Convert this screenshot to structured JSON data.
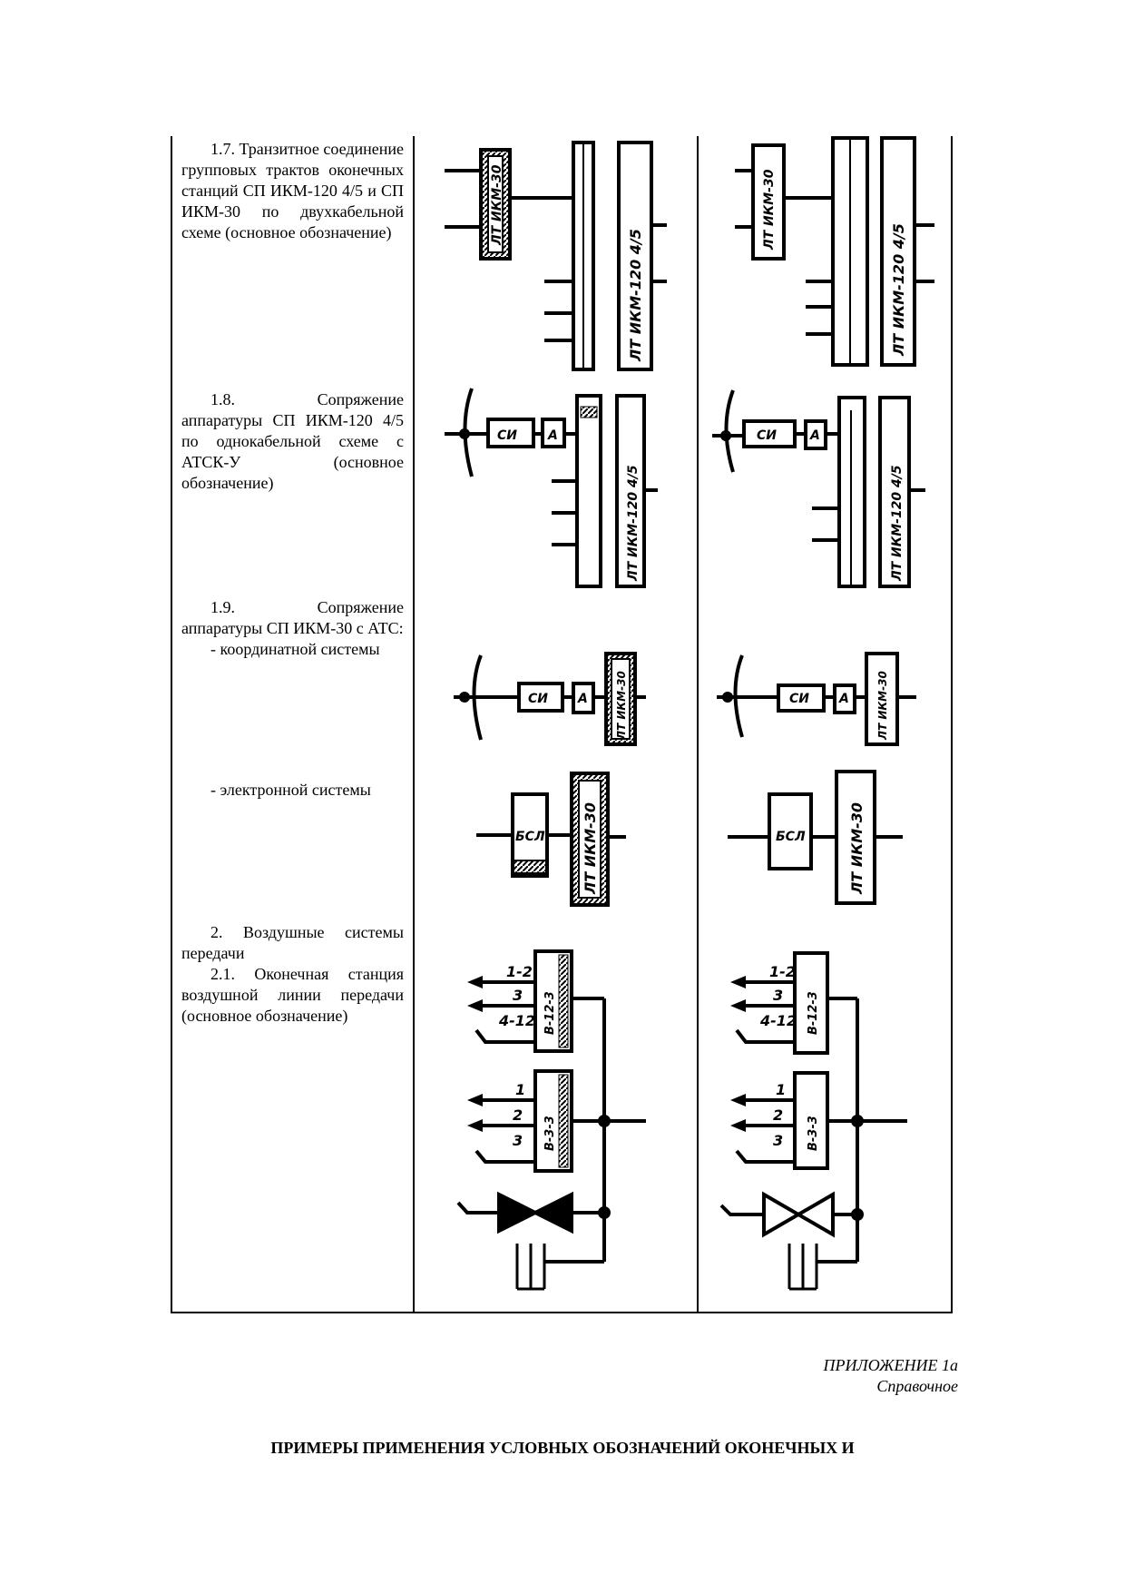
{
  "rows": [
    {
      "number": "1.7.",
      "text": "Транзитное соединение групповых трактов оконечных станций СП ИКМ-120 4/5 и СП ИКМ-30 по двухкабельной схеме (основное обозначение)"
    },
    {
      "number": "1.8.",
      "text": "Сопряжение аппаратуры СП ИКМ-120 4/5 по однокабельной схеме с АТСК-У (основное обозначение)"
    },
    {
      "number": "1.9.",
      "text": "Сопряжение аппаратуры СП ИКМ-30 с АТС:"
    },
    {
      "number": "-",
      "text": "координатной системы"
    },
    {
      "number": "-",
      "text": "электронной системы"
    },
    {
      "number": "2.",
      "text": "Воздушные системы передачи"
    },
    {
      "number": "2.1.",
      "text": "Оконечная станция воздушной линии передачи (основное обозначение)"
    }
  ],
  "diagram_labels": {
    "ikm30": "ЛТ ИКМ-30",
    "ikm120": "ЛТ ИКМ-120 4/5",
    "si": "СИ",
    "a": "А",
    "bsl": "БСЛ",
    "v12": "В-12-3",
    "v3": "В-3-3",
    "ch_1_2": "1-2",
    "ch_3": "3",
    "ch_4_12": "4-12",
    "ch_1": "1",
    "ch_2": "2"
  },
  "appendix": {
    "title": "ПРИЛОЖЕНИЕ 1а",
    "subtitle": "Справочное"
  },
  "heading": "ПРИМЕРЫ ПРИМЕНЕНИЯ УСЛОВНЫХ ОБОЗНАЧЕНИЙ ОКОНЕЧНЫХ И"
}
